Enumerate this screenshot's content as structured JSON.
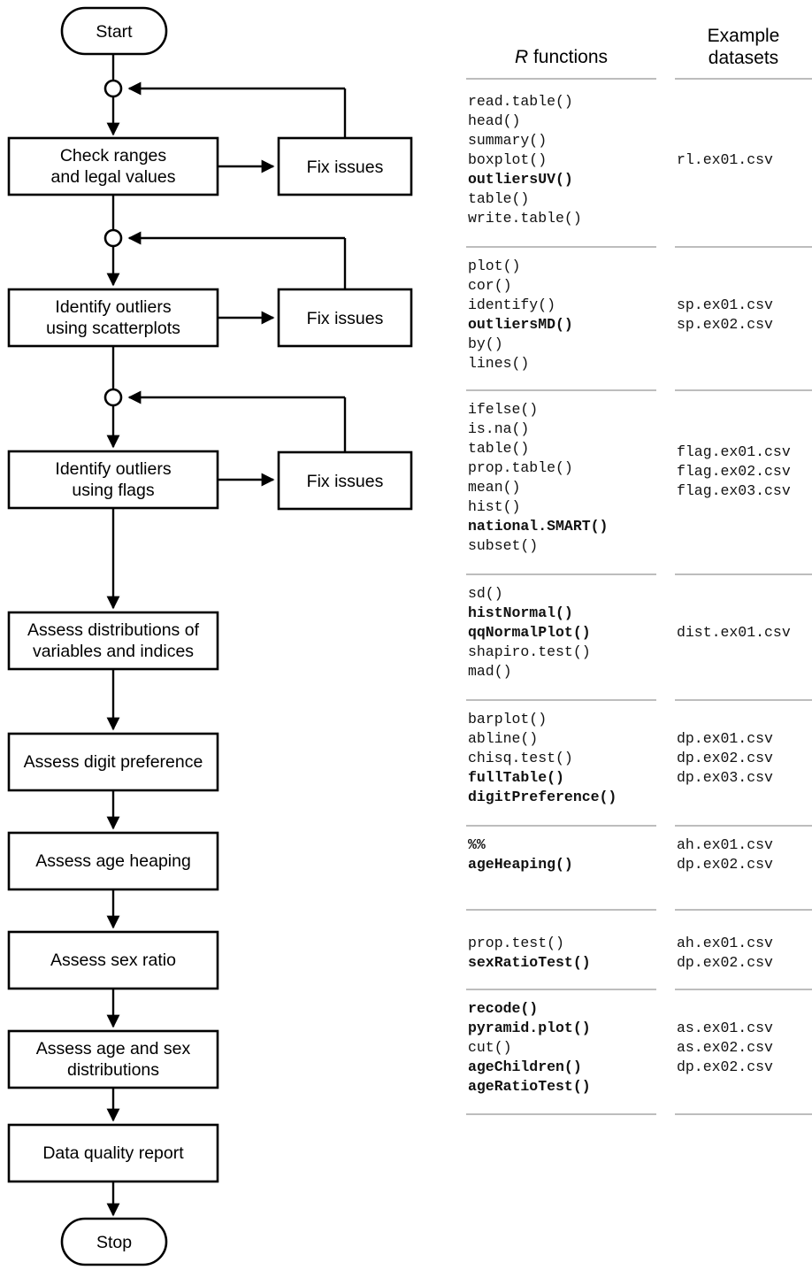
{
  "flowchart": {
    "start_label": "Start",
    "stop_label": "Stop",
    "fix_label_1": "Fix issues",
    "fix_label_2": "Fix issues",
    "fix_label_3": "Fix issues",
    "steps": [
      {
        "line1": "Check ranges",
        "line2": "and legal values"
      },
      {
        "line1": "Identify outliers",
        "line2": "using scatterplots"
      },
      {
        "line1": "Identify outliers",
        "line2": "using flags"
      },
      {
        "line1": "Assess distributions of",
        "line2": "variables and indices"
      },
      {
        "line1": "Assess digit preference",
        "line2": ""
      },
      {
        "line1": "Assess age heaping",
        "line2": ""
      },
      {
        "line1": "Assess sex ratio",
        "line2": ""
      },
      {
        "line1": "Assess age and sex",
        "line2": "distributions"
      },
      {
        "line1": "Data quality report",
        "line2": ""
      }
    ]
  },
  "reference": {
    "header_functions_italic": "R",
    "header_functions_rest": " functions",
    "header_datasets_line1": "Example",
    "header_datasets_line2": "datasets",
    "sections": [
      {
        "functions": [
          {
            "name": "read.table()",
            "bold": false
          },
          {
            "name": "head()",
            "bold": false
          },
          {
            "name": "summary()",
            "bold": false
          },
          {
            "name": "boxplot()",
            "bold": false
          },
          {
            "name": "outliersUV()",
            "bold": true
          },
          {
            "name": "table()",
            "bold": false
          },
          {
            "name": "write.table()",
            "bold": false
          }
        ],
        "datasets": [
          "rl.ex01.csv"
        ]
      },
      {
        "functions": [
          {
            "name": "plot()",
            "bold": false
          },
          {
            "name": "cor()",
            "bold": false
          },
          {
            "name": "identify()",
            "bold": false
          },
          {
            "name": "outliersMD()",
            "bold": true
          },
          {
            "name": "by()",
            "bold": false
          },
          {
            "name": "lines()",
            "bold": false
          }
        ],
        "datasets": [
          "sp.ex01.csv",
          "sp.ex02.csv"
        ]
      },
      {
        "functions": [
          {
            "name": "ifelse()",
            "bold": false
          },
          {
            "name": "is.na()",
            "bold": false
          },
          {
            "name": "table()",
            "bold": false
          },
          {
            "name": "prop.table()",
            "bold": false
          },
          {
            "name": "mean()",
            "bold": false
          },
          {
            "name": "hist()",
            "bold": false
          },
          {
            "name": "national.SMART()",
            "bold": true
          },
          {
            "name": "subset()",
            "bold": false
          }
        ],
        "datasets": [
          "flag.ex01.csv",
          "flag.ex02.csv",
          "flag.ex03.csv"
        ]
      },
      {
        "functions": [
          {
            "name": "sd()",
            "bold": false
          },
          {
            "name": "histNormal()",
            "bold": true
          },
          {
            "name": "qqNormalPlot()",
            "bold": true
          },
          {
            "name": "shapiro.test()",
            "bold": false
          },
          {
            "name": "mad()",
            "bold": false
          }
        ],
        "datasets": [
          "dist.ex01.csv"
        ]
      },
      {
        "functions": [
          {
            "name": "barplot()",
            "bold": false
          },
          {
            "name": "abline()",
            "bold": false
          },
          {
            "name": "chisq.test()",
            "bold": false
          },
          {
            "name": "fullTable()",
            "bold": true
          },
          {
            "name": "digitPreference()",
            "bold": true
          }
        ],
        "datasets": [
          "dp.ex01.csv",
          "dp.ex02.csv",
          "dp.ex03.csv"
        ]
      },
      {
        "functions": [
          {
            "name": "%%",
            "bold": true
          },
          {
            "name": "ageHeaping()",
            "bold": true
          }
        ],
        "datasets": [
          "ah.ex01.csv",
          "dp.ex02.csv"
        ]
      },
      {
        "functions": [
          {
            "name": "prop.test()",
            "bold": false
          },
          {
            "name": "sexRatioTest()",
            "bold": true
          }
        ],
        "datasets": [
          "ah.ex01.csv",
          "dp.ex02.csv"
        ]
      },
      {
        "functions": [
          {
            "name": "recode()",
            "bold": true
          },
          {
            "name": "pyramid.plot()",
            "bold": true
          },
          {
            "name": "cut()",
            "bold": false
          },
          {
            "name": "ageChildren()",
            "bold": true
          },
          {
            "name": "ageRatioTest()",
            "bold": true
          }
        ],
        "datasets": [
          "as.ex01.csv",
          "as.ex02.csv",
          "dp.ex02.csv"
        ]
      }
    ]
  }
}
